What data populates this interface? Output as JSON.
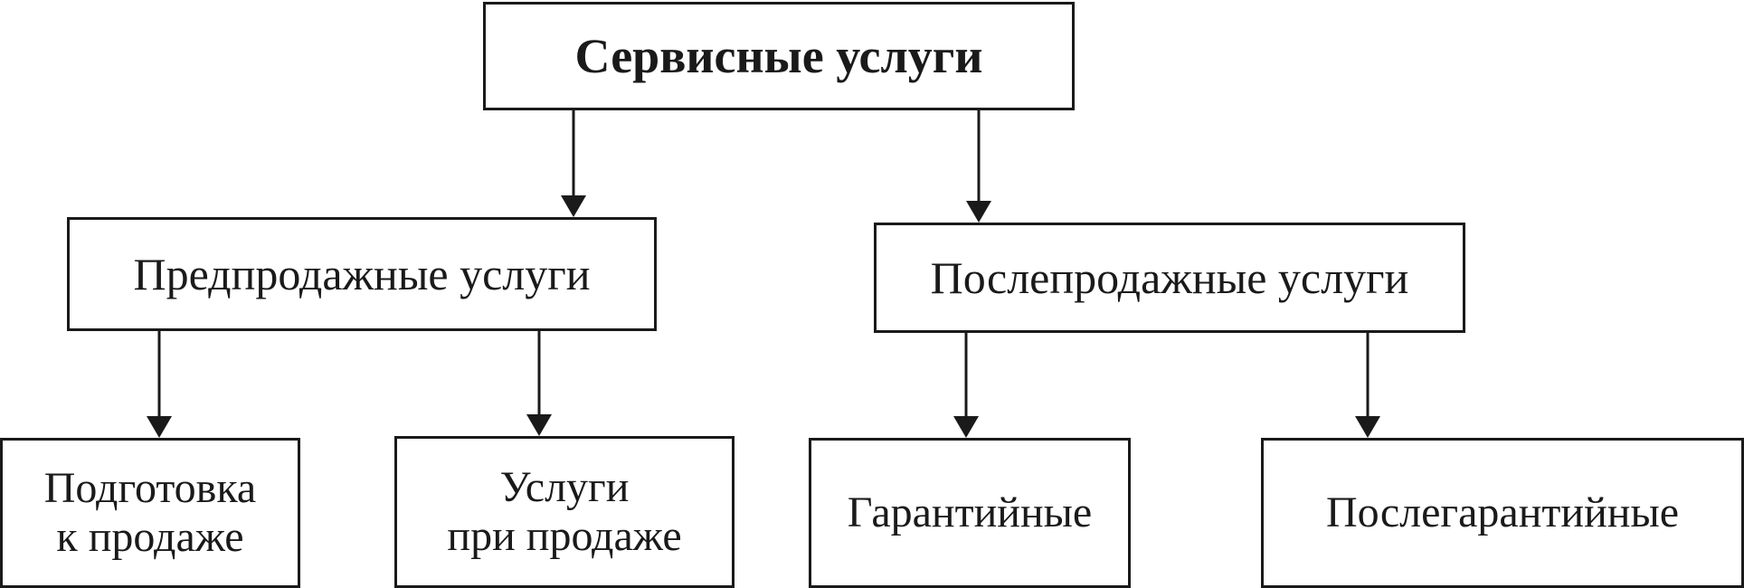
{
  "nodes": {
    "root": {
      "label": "Сервисные услуги"
    },
    "presale": {
      "label": "Предпродажные услуги"
    },
    "postsale": {
      "label": "Послепродажные услуги"
    },
    "preparation": {
      "line1": "Подготовка",
      "line2": "к продаже"
    },
    "at_sale": {
      "line1": "Услуги",
      "line2": "при продаже"
    },
    "warranty": {
      "label": "Гарантийные"
    },
    "post_warranty": {
      "label": "Послегарантийные"
    }
  },
  "edges": [
    {
      "from": "root",
      "to": "presale"
    },
    {
      "from": "root",
      "to": "postsale"
    },
    {
      "from": "presale",
      "to": "preparation"
    },
    {
      "from": "presale",
      "to": "at_sale"
    },
    {
      "from": "postsale",
      "to": "warranty"
    },
    {
      "from": "postsale",
      "to": "post_warranty"
    }
  ],
  "colors": {
    "line": "#1a1a1a",
    "background": "#ffffff"
  }
}
